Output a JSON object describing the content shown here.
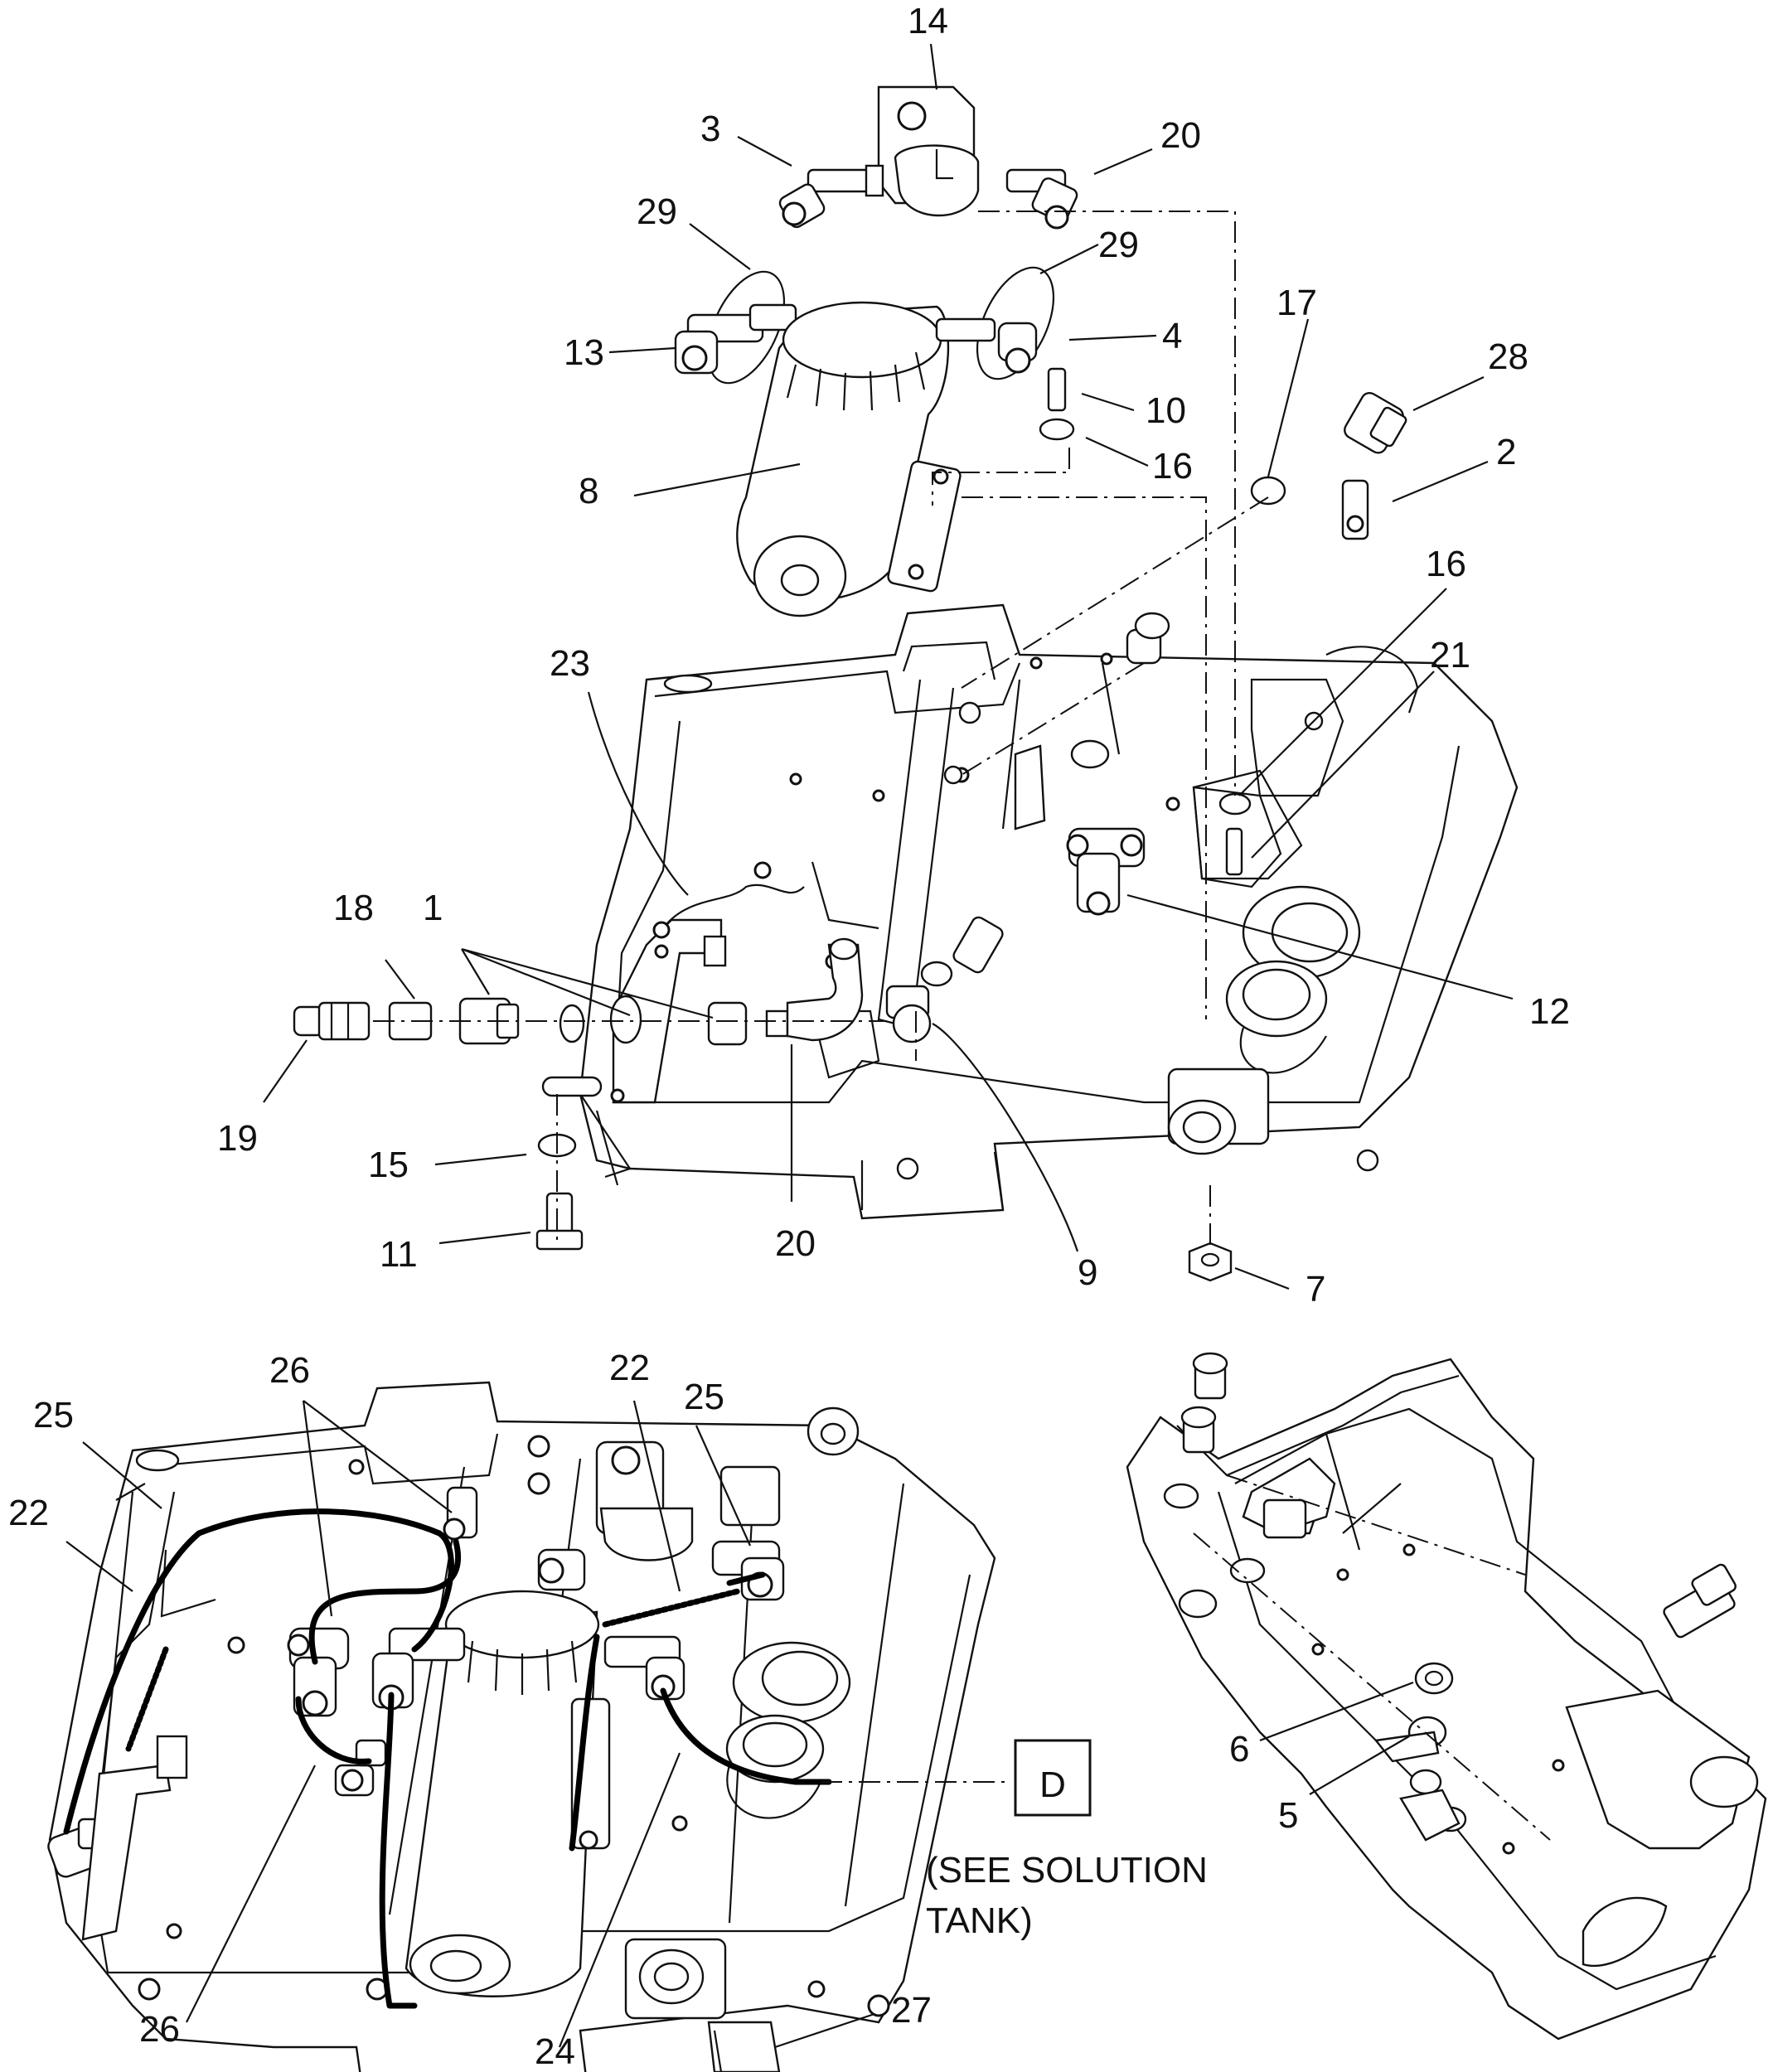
{
  "callout_numbers": {
    "c14": "14",
    "c3": "3",
    "c20a": "20",
    "c29a": "29",
    "c29b": "29",
    "c13": "13",
    "c4": "4",
    "c10": "10",
    "c16a": "16",
    "c8": "8",
    "c17": "17",
    "c28": "28",
    "c2": "2",
    "c16b": "16",
    "c21": "21",
    "c23": "23",
    "c12": "12",
    "c18": "18",
    "c1": "1",
    "c19": "19",
    "c15": "15",
    "c11": "11",
    "c20b": "20",
    "c9": "9",
    "c7": "7",
    "c26a": "26",
    "c22a": "22",
    "c25a": "25",
    "c25b": "25",
    "c22b": "22",
    "c6": "6",
    "c5": "5",
    "c26b": "26",
    "c24": "24",
    "c27": "27"
  },
  "reference_box": {
    "letter": "D",
    "note_line1": "(SEE SOLUTION",
    "note_line2": "TANK)"
  }
}
